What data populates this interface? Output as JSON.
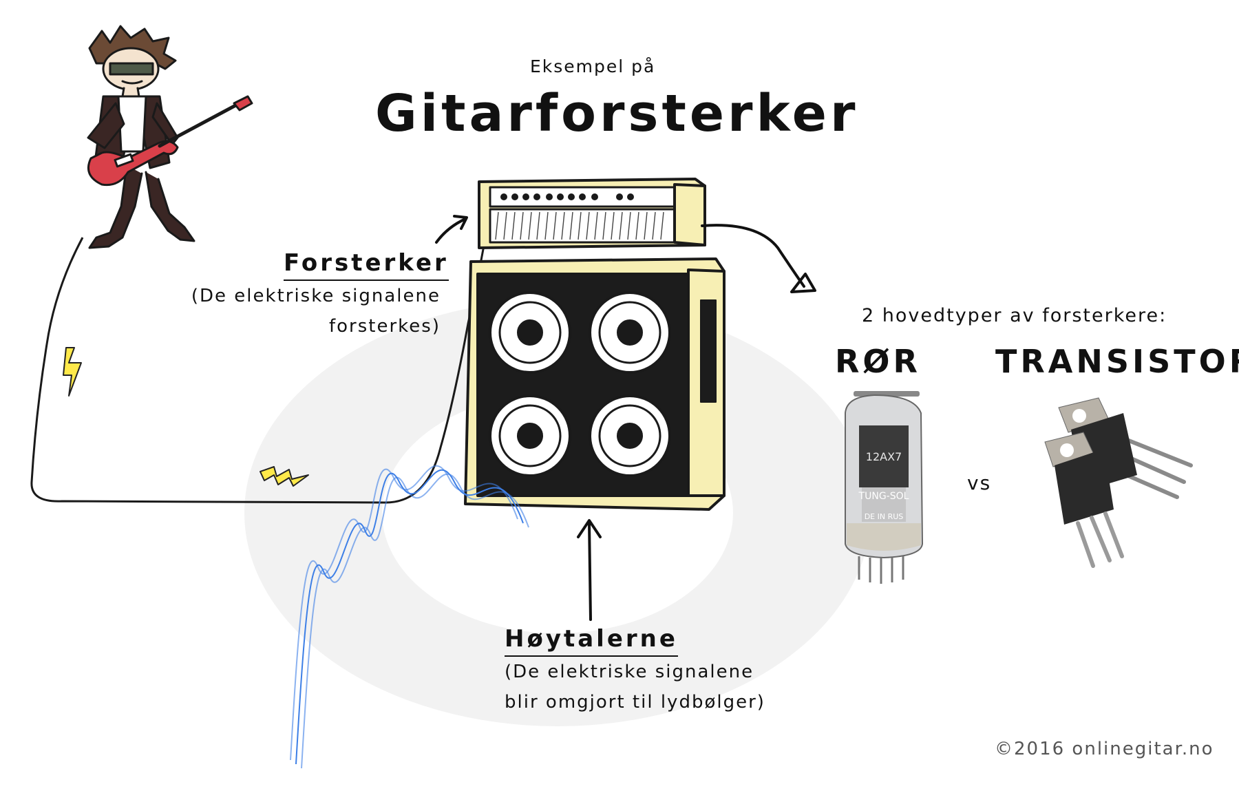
{
  "header": {
    "subtitle": "Eksempel på",
    "title": "Gitarforsterker"
  },
  "amplifier": {
    "label": "Forsterker",
    "description_line1": "(De elektriske signalene",
    "description_line2": "forsterkes)"
  },
  "speakers": {
    "label": "Høytalerne",
    "description_line1": "(De elektriske signalene",
    "description_line2": "blir omgjort til lydbølger)"
  },
  "amplifier_types": {
    "heading": "2 hovedtyper av forsterkere:",
    "tube_label": "RØR",
    "tube_print": "12AX7",
    "tube_brand": "TUNG-SOL",
    "tube_origin": "DE IN RUS",
    "separator": "vs",
    "transistor_label": "TRANSISTOR"
  },
  "footer": {
    "copyright": "©2016 onlinegitar.no"
  },
  "colors": {
    "amp_cream": "#f7efb4",
    "cabinet_black": "#1c1c1c",
    "guitar_red": "#d9404a",
    "lightning_yellow": "#ffe94a",
    "wave_blue": "#3d7fe6",
    "halo_gray": "#f2f2f2"
  }
}
